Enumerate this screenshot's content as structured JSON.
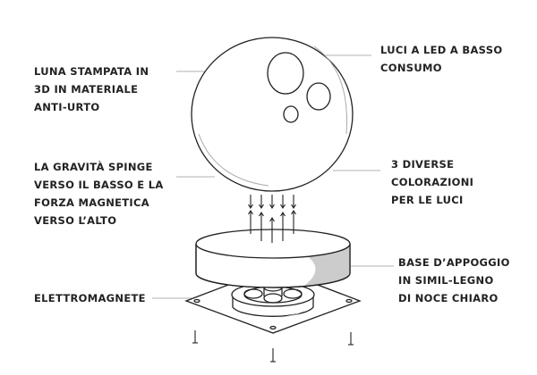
{
  "labels": {
    "moon": [
      "LUNA STAMPATA IN",
      "3D IN MATERIALE",
      "ANTI-URTO"
    ],
    "leds": [
      "LUCI A LED A BASSO",
      "CONSUMO"
    ],
    "gravity": [
      "LA GRAVITÀ SPINGE",
      "VERSO IL BASSO E LA",
      "FORZA MAGNETICA",
      "VERSO L’ALTO"
    ],
    "colors": [
      "3 DIVERSE",
      "COLORAZIONI",
      "PER LE LUCI"
    ],
    "base": [
      "BASE D’APPOGGIO",
      "IN SIMIL-LEGNO",
      "DI NOCE CHIARO"
    ],
    "electromagnet": [
      "ELETTROMAGNETE"
    ]
  },
  "colors": {
    "ink": "#222222",
    "shade": "#cccccc",
    "leader": "#999999"
  }
}
